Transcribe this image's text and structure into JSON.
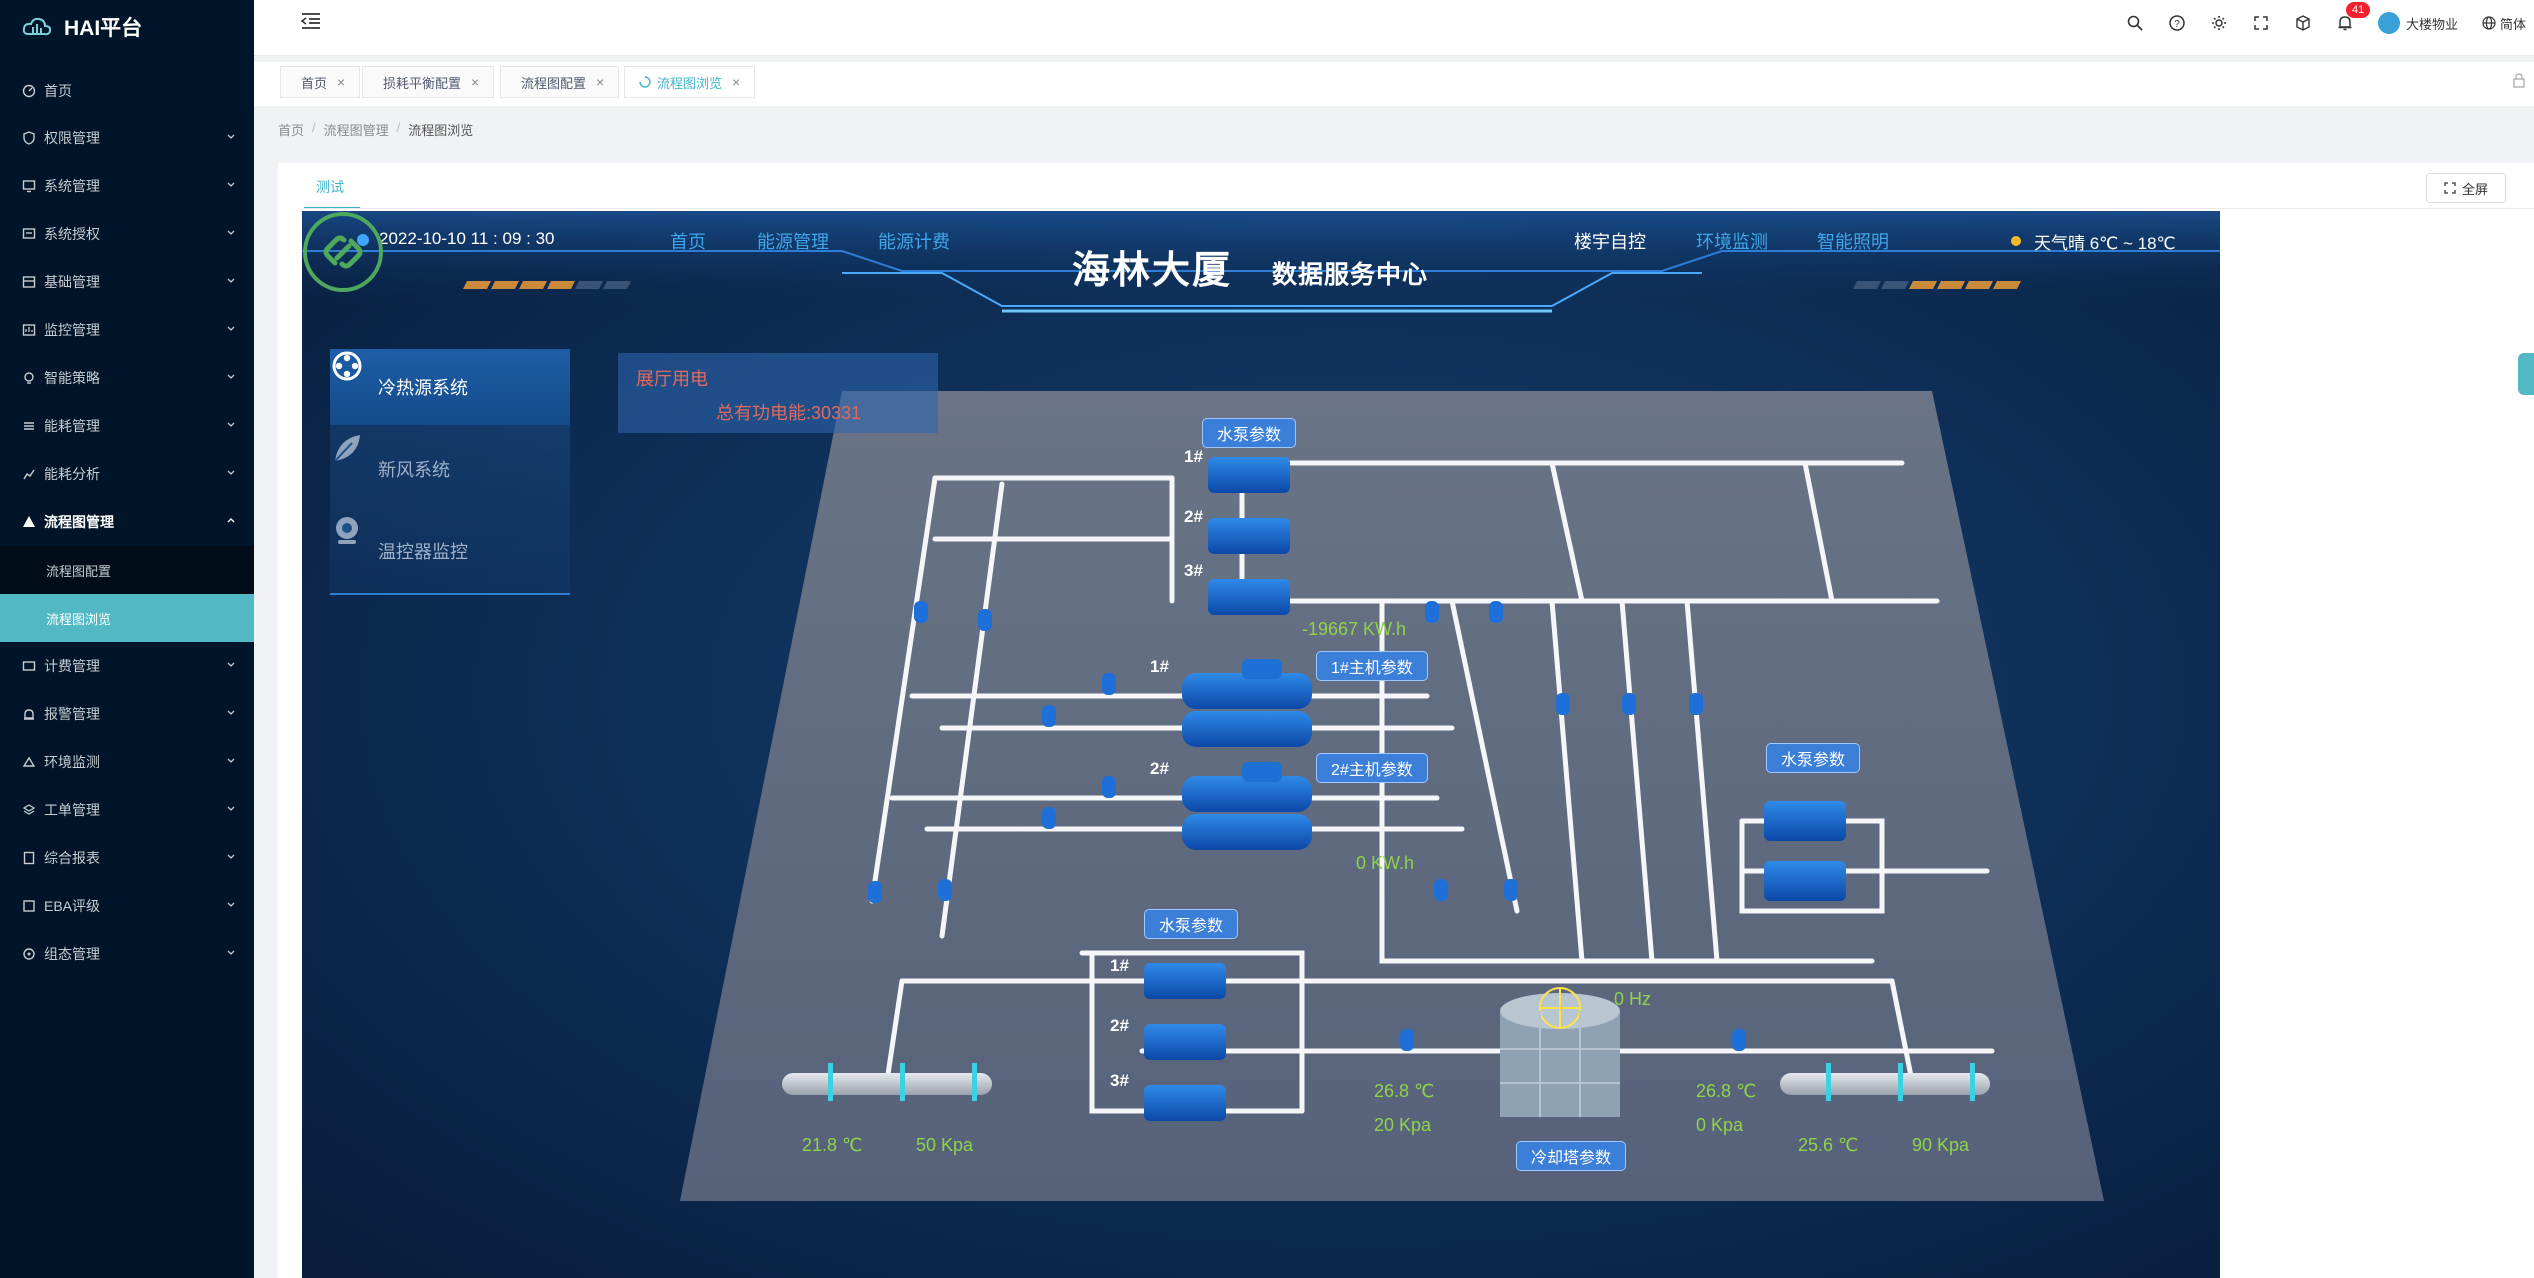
{
  "app": {
    "title": "HAI平台"
  },
  "sidebar": {
    "items": [
      {
        "label": "首页",
        "icon": "dashboard-icon"
      },
      {
        "label": "权限管理",
        "icon": "shield-icon"
      },
      {
        "label": "系统管理",
        "icon": "monitor-icon"
      },
      {
        "label": "系统授权",
        "icon": "key-icon"
      },
      {
        "label": "基础管理",
        "icon": "database-icon"
      },
      {
        "label": "监控管理",
        "icon": "monitor-icon"
      },
      {
        "label": "智能策略",
        "icon": "bulb-icon"
      },
      {
        "label": "能耗管理",
        "icon": "bars-icon"
      },
      {
        "label": "能耗分析",
        "icon": "chart-icon"
      },
      {
        "label": "流程图管理",
        "icon": "cluster-icon"
      }
    ],
    "sub_items": [
      {
        "label": "流程图配置"
      },
      {
        "label": "流程图浏览"
      }
    ],
    "items_after": [
      {
        "label": "计费管理"
      },
      {
        "label": "报警管理"
      },
      {
        "label": "环境监测"
      },
      {
        "label": "工单管理"
      },
      {
        "label": "综合报表"
      },
      {
        "label": "EBA评级"
      },
      {
        "label": "组态管理"
      }
    ]
  },
  "header": {
    "notification_count": "41",
    "user_name": "大楼物业",
    "language": "简体"
  },
  "tabs": [
    {
      "label": "首页"
    },
    {
      "label": "损耗平衡配置"
    },
    {
      "label": "流程图配置"
    },
    {
      "label": "流程图浏览"
    }
  ],
  "breadcrumb": [
    "首页",
    "流程图管理",
    "流程图浏览"
  ],
  "content": {
    "tab_label": "测试",
    "fullscreen_label": "全屏"
  },
  "scene": {
    "datetime": "2022-10-10  11 : 09 : 30",
    "nav_left": [
      "首页",
      "能源管理",
      "能源计费"
    ],
    "nav_right": [
      "楼宇自控",
      "环境监测",
      "智能照明"
    ],
    "title": "海林大厦",
    "subtitle": "数据服务中心",
    "weather": "天气晴  6℃ ~ 18℃",
    "systems": [
      "冷热源系统",
      "新风系统",
      "温控器监控"
    ],
    "power_box": {
      "label": "展厅用电",
      "value": "总有功电能:30331"
    },
    "param_buttons": {
      "pump_top": "水泵参数",
      "chiller1": "1#主机参数",
      "chiller2": "2#主机参数",
      "pump_right": "水泵参数",
      "pump_bottom": "水泵参数",
      "cooling_tower": "冷却塔参数"
    },
    "unit_numbers": {
      "top_1": "1#",
      "top_2": "2#",
      "top_3": "3#",
      "chiller_1": "1#",
      "chiller_2": "2#",
      "bottom_1": "1#",
      "bottom_2": "2#",
      "bottom_3": "3#"
    },
    "readings": {
      "energy1": "-19667  KW.h",
      "energy2": "0   KW.h",
      "tower_hz": "0 Hz",
      "left_temp": "21.8 ℃",
      "left_press": "50 Kpa",
      "mid_temp": "26.8 ℃",
      "mid_press": "20 Kpa",
      "mid2_temp": "26.8 ℃",
      "mid2_press": "0 Kpa",
      "right_temp": "25.6 ℃",
      "right_press": "90 Kpa"
    }
  }
}
